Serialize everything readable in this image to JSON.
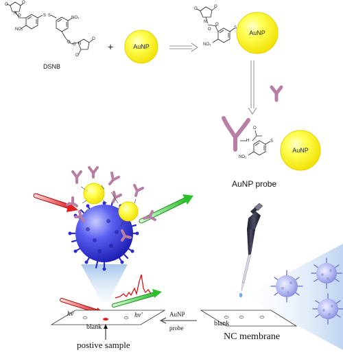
{
  "labels": {
    "dsnb": "DSNB",
    "plus": "+",
    "aunp": "AuNP",
    "aunp_probe": "AuNP probe",
    "nc_membrane": "NC membrane",
    "blank": "blank",
    "blank_membrane": "blank",
    "arrow_aunp": "AuNP",
    "arrow_probe": "probe",
    "hv": "hν",
    "hv_prime": "hν'",
    "positive_sample": "postive sample",
    "no2": "NO₂",
    "nh": "H",
    "n_label": "N"
  },
  "colors": {
    "aunp_fill": "#ffff33",
    "aunp_stroke": "#e0c800",
    "antibody": "#b87fa5",
    "virus_blue": "#3b3fe0",
    "laser_red": "#e02020",
    "laser_green": "#33cc33",
    "spectrum_red": "#e00000",
    "cone_blue": "#a9c8ec"
  }
}
